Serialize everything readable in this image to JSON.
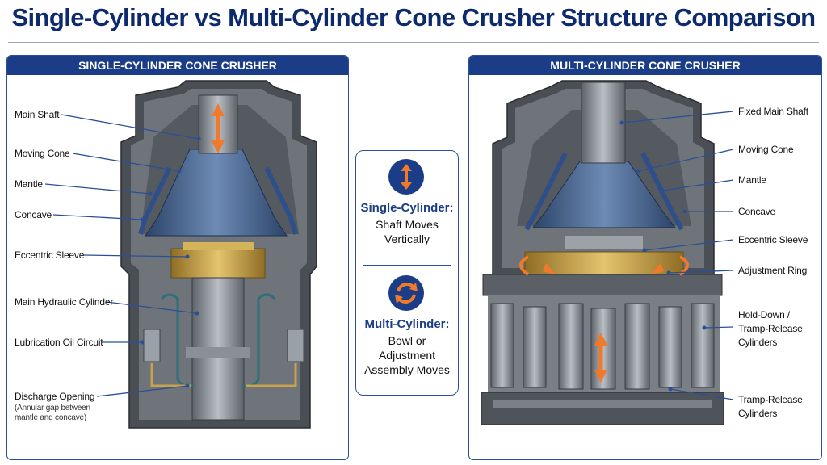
{
  "title": "Single-Cylinder vs Multi-Cylinder Cone Crusher Structure Comparison",
  "left_panel": {
    "header": "SINGLE-CYLINDER CONE CRUSHER",
    "labels": [
      "Main Shaft",
      "Moving Cone",
      "Mantle",
      "Concave",
      "Eccentric Sleeve",
      "Main Hydraulic Cylinder",
      "Lubrication Oil Circuit",
      "Discharge Opening"
    ],
    "discharge_note": "(Annular gap between mantle and concave)"
  },
  "right_panel": {
    "header": "MULTI-CYLINDER CONE CRUSHER",
    "labels": [
      "Fixed Main Shaft",
      "Moving Cone",
      "Mantle",
      "Concave",
      "Eccentric Sleeve",
      "Adjustment Ring",
      "Hold-Down /",
      "Tramp-Release",
      "Cylinders",
      "Tramp-Release",
      "Cylinders"
    ]
  },
  "center": {
    "single_heading": "Single-Cylinder:",
    "single_line1": "Shaft Moves",
    "single_line2": "Vertically",
    "multi_heading": "Multi-Cylinder:",
    "multi_line1": "Bowl or",
    "multi_line2": "Adjustment",
    "multi_line3": "Assembly Moves"
  },
  "colors": {
    "accent": "#1b3c87",
    "arrow": "#f07a2a",
    "steel": "#8a8f96",
    "cone": "#3c5a85",
    "brass": "#c9a24a"
  }
}
